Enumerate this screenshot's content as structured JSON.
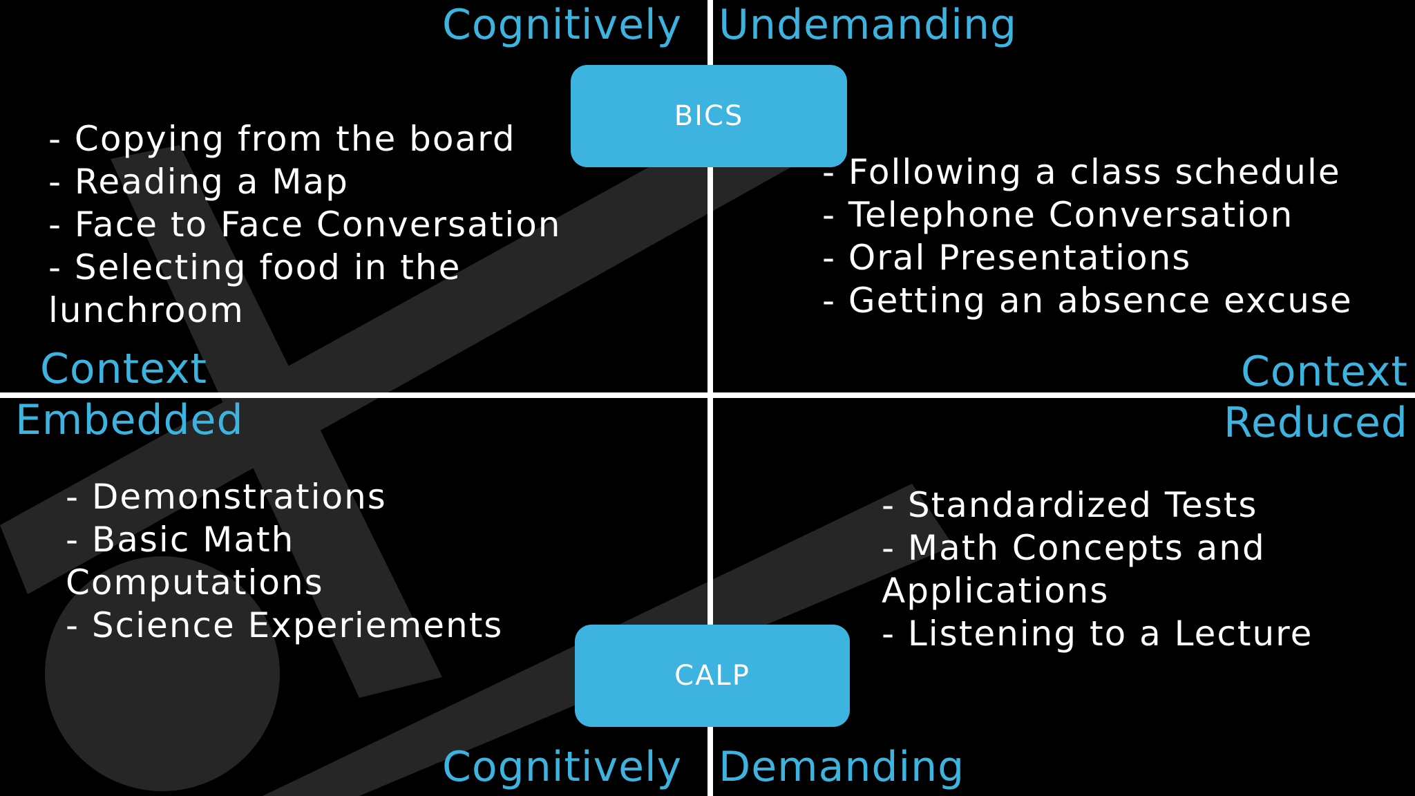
{
  "axes": {
    "top_left": "Cognitively",
    "top_right": "Undemanding",
    "bottom_left": "Cognitively",
    "bottom_right": "Demanding",
    "left_upper": "Context",
    "left_lower": "Embedded",
    "right_upper": "Context",
    "right_lower": "Reduced"
  },
  "boxes": {
    "bics": "BICS",
    "calp": "CALP"
  },
  "quadrants": {
    "top_left": [
      "- Copying from the board",
      "- Reading a Map",
      "- Face to Face Conversation",
      "- Selecting food in the",
      "lunchroom"
    ],
    "top_right": [
      "- Following a class schedule",
      "- Telephone Conversation",
      "- Oral Presentations",
      "- Getting an absence excuse"
    ],
    "bottom_left": [
      "- Demonstrations",
      "- Basic Math",
      "Computations",
      "- Science Experiements"
    ],
    "bottom_right": [
      "- Standardized Tests",
      "- Math Concepts and",
      "Applications",
      "- Listening to a Lecture"
    ]
  },
  "colors": {
    "accent": "#3db4e0",
    "text": "#ffffff",
    "background": "#000000"
  }
}
